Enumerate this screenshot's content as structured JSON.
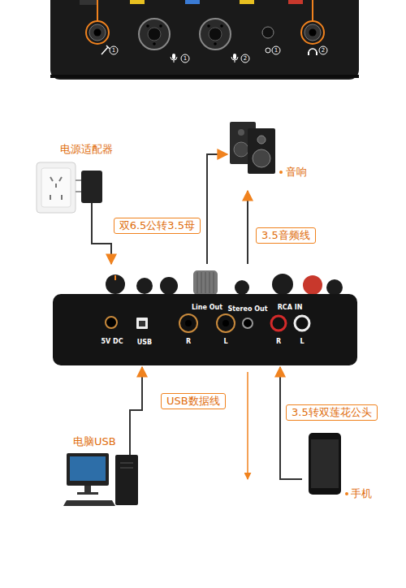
{
  "diagram": {
    "nodes": [
      {
        "text": [
          "1",
          "1",
          "2",
          "1",
          "2"
        ]
      },
      {
        "text": [
          "电源适配器"
        ]
      },
      {
        "text": [
          "音响"
        ]
      },
      {
        "text": [
          "Line Out",
          "Stereo Out",
          "RCA IN",
          "5V DC",
          "USB",
          "R",
          "L",
          "R",
          "L"
        ]
      },
      {
        "text": [
          "电脑USB"
        ]
      },
      {
        "text": [
          "手机"
        ]
      }
    ],
    "edges": [
      {
        "from": 1,
        "to": 3,
        "arrow": "to"
      },
      {
        "from": 3,
        "to": 2,
        "label": "双6.5公转3.5母",
        "arrow": "to"
      },
      {
        "from": 3,
        "to": 2,
        "label": "3.5音频线",
        "arrow": "to"
      },
      {
        "from": 4,
        "to": 3,
        "label": "USB数据线",
        "arrow": "to"
      },
      {
        "from": 5,
        "to": 3,
        "label": "3.5转双莲花公头",
        "arrow": "to"
      }
    ]
  }
}
